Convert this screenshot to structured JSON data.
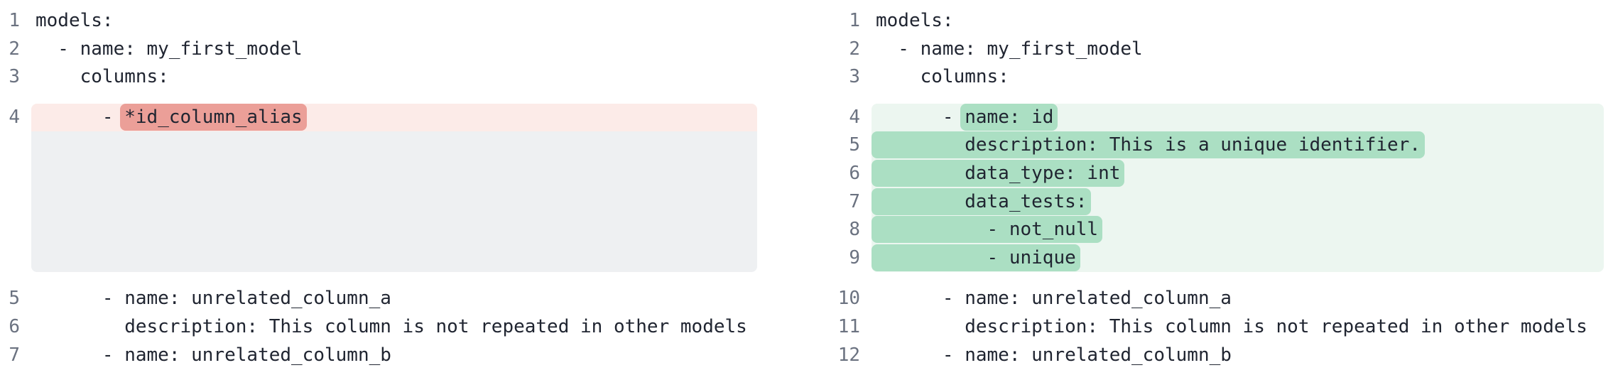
{
  "diff_view": {
    "colors": {
      "del_row": "#fcebe8",
      "del_token": "#eb9f98",
      "add_row": "#ecf6f0",
      "add_token": "#abdfc3",
      "placeholder": "#eef0f2",
      "line_number": "#6b7280",
      "code_text": "#202531"
    },
    "panes": [
      {
        "side": "before",
        "segments": [
          {
            "kind": "context",
            "lines": [
              {
                "n": "1",
                "variant": "ctx",
                "parts": [
                  {
                    "t": "models:"
                  }
                ]
              },
              {
                "n": "2",
                "variant": "ctx",
                "parts": [
                  {
                    "t": "  - name: my_first_model"
                  }
                ]
              },
              {
                "n": "3",
                "variant": "ctx",
                "parts": [
                  {
                    "t": "    columns:"
                  }
                ]
              }
            ]
          },
          {
            "kind": "hunk",
            "lines": [
              {
                "n": "4",
                "variant": "del",
                "parts": [
                  {
                    "t": "      - "
                  },
                  {
                    "t": "*id_column_alias",
                    "mark": true
                  }
                ]
              },
              {
                "variant": "spacer",
                "rows": 5,
                "parts": []
              }
            ]
          },
          {
            "kind": "context",
            "lines": [
              {
                "n": "5",
                "variant": "ctx",
                "parts": [
                  {
                    "t": "      - name: unrelated_column_a"
                  }
                ]
              },
              {
                "n": "6",
                "variant": "ctx",
                "parts": [
                  {
                    "t": "        description: This column is not repeated in other models"
                  }
                ]
              },
              {
                "n": "7",
                "variant": "ctx",
                "parts": [
                  {
                    "t": "      - name: unrelated_column_b"
                  }
                ]
              }
            ]
          }
        ]
      },
      {
        "side": "after",
        "segments": [
          {
            "kind": "context",
            "lines": [
              {
                "n": "1",
                "variant": "ctx",
                "parts": [
                  {
                    "t": "models:"
                  }
                ]
              },
              {
                "n": "2",
                "variant": "ctx",
                "parts": [
                  {
                    "t": "  - name: my_first_model"
                  }
                ]
              },
              {
                "n": "3",
                "variant": "ctx",
                "parts": [
                  {
                    "t": "    columns:"
                  }
                ]
              }
            ]
          },
          {
            "kind": "hunk",
            "lines": [
              {
                "n": "4",
                "variant": "add",
                "parts": [
                  {
                    "t": "      - "
                  },
                  {
                    "t": "name: id",
                    "mark": true
                  }
                ]
              },
              {
                "n": "5",
                "variant": "add",
                "parts": [
                  {
                    "t": "        description: This is a unique identifier.",
                    "mark": true
                  }
                ]
              },
              {
                "n": "6",
                "variant": "add",
                "parts": [
                  {
                    "t": "        data_type: int",
                    "mark": true
                  }
                ]
              },
              {
                "n": "7",
                "variant": "add",
                "parts": [
                  {
                    "t": "        data_tests:",
                    "mark": true
                  }
                ]
              },
              {
                "n": "8",
                "variant": "add",
                "parts": [
                  {
                    "t": "          - not_null",
                    "mark": true
                  }
                ]
              },
              {
                "n": "9",
                "variant": "add",
                "parts": [
                  {
                    "t": "          - unique",
                    "mark": true
                  }
                ]
              }
            ]
          },
          {
            "kind": "context",
            "lines": [
              {
                "n": "10",
                "variant": "ctx",
                "parts": [
                  {
                    "t": "      - name: unrelated_column_a"
                  }
                ]
              },
              {
                "n": "11",
                "variant": "ctx",
                "parts": [
                  {
                    "t": "        description: This column is not repeated in other models"
                  }
                ]
              },
              {
                "n": "12",
                "variant": "ctx",
                "parts": [
                  {
                    "t": "      - name: unrelated_column_b"
                  }
                ]
              }
            ]
          }
        ]
      }
    ]
  }
}
